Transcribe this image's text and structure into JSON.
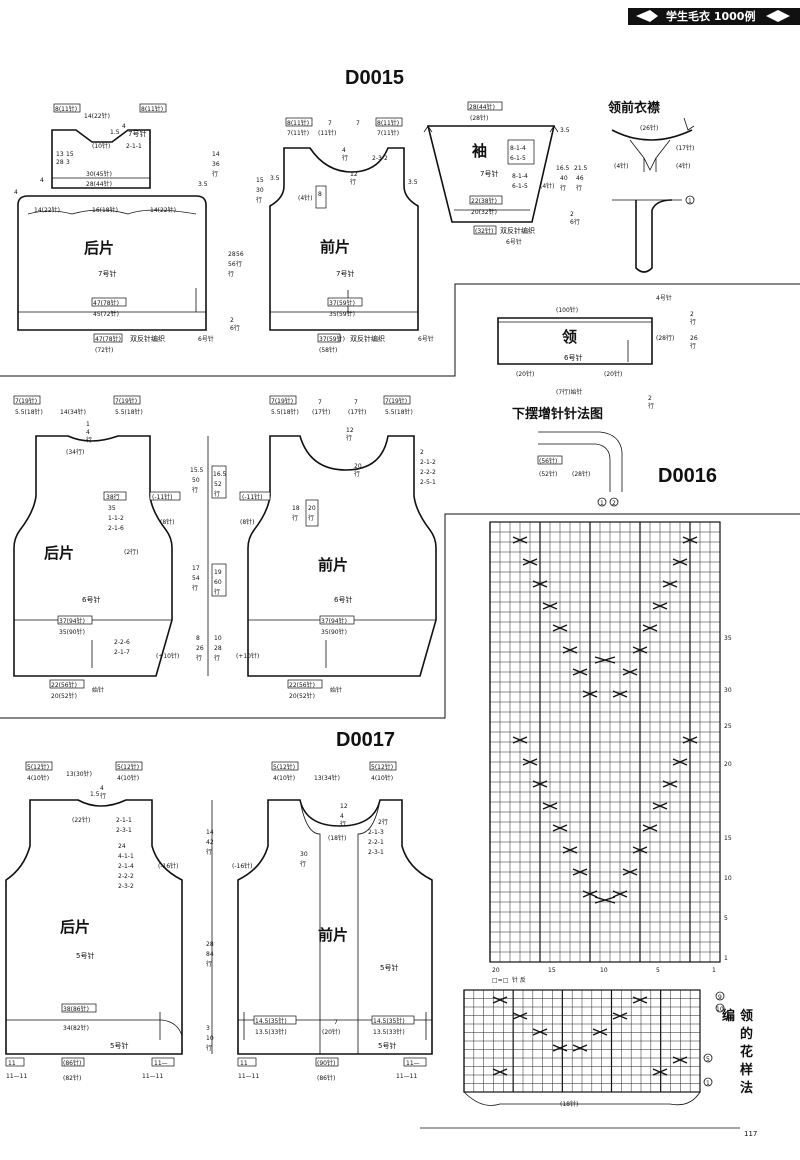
{
  "header": {
    "book_title": "学生毛衣 1000例"
  },
  "page_number": "117",
  "section_codes": {
    "d15": "D0015",
    "d16": "D0016",
    "d17": "D0017"
  },
  "d15": {
    "back": {
      "name": "后片",
      "needle": "7号针",
      "sub_needle": "6号针",
      "top_left": "8(11针)",
      "top_mid": "14(22针)",
      "top_right": "8(11针)",
      "neck": "(10针)",
      "neck_side": "1.5",
      "neck_sd2": "4",
      "neck_rows": "2-1-1",
      "shoulder_left": "14(22针)",
      "shoulder_mid": "16(18针)",
      "shoulder_right": "14(22针)",
      "body_width": "47(78针)",
      "body_width2": "45(72针)",
      "hem_width": "47(78针)",
      "hem_width2": "(72针)",
      "hem_label": "双反针编织",
      "yoke_w1": "30(45针)",
      "yoke_w2": "28(44针)",
      "side_h1": "15",
      "side_h2": "3",
      "left_h1": "13",
      "left_h2": "28",
      "left_h3": "56",
      "left_h4": "行",
      "yoke_arrow_h": "7号针",
      "right_h": "3.5",
      "armhole": "4",
      "left_side": "4",
      "height_tot1": "14",
      "height_tot2": "36",
      "height_tot3": "行",
      "height_body1": "28",
      "height_body2": "56",
      "height_body3": "行",
      "hem_h1": "2",
      "hem_h2": "6行"
    },
    "front": {
      "name": "前片",
      "needle": "7号针",
      "sub_needle": "6号针",
      "top_left": "8(11针)",
      "top_l2": "7(11针)",
      "top_mid": "7",
      "top_mid2": "(11针)",
      "top_mid3": "7",
      "top_right": "8(11针)",
      "top_r2": "7(11针)",
      "neck_rows": "4",
      "neck_r2": "行",
      "neck_r3": "12",
      "neck_r4": "行",
      "neck_dec": "2-3-2",
      "body_w1": "37(59针)",
      "body_w2": "35(59针)",
      "hem_w1": "37(59针)",
      "hem_w2": "(58针)",
      "hem_label": "双反针编织",
      "left_h1": "15",
      "left_h2": "30",
      "left_h3": "行",
      "side1": "3.5",
      "side2": "3.5",
      "rib_label": "(4针)",
      "rib_h": "8"
    },
    "sleeve": {
      "name": "袖",
      "needle": "7号针",
      "sub_needle": "6号针",
      "top": "28(44针)",
      "top_w": "(28针)",
      "cuff": "22(38针)",
      "cuff2": "20(32针)",
      "cuff_w": "(32针)",
      "cuff_label": "双反针编织",
      "dec1": "8-1-4",
      "dec2": "6-1-5",
      "side_h": "3.5",
      "body_h1": "16.5",
      "body_h2": "40",
      "body_h3": "行",
      "body_h4": "21.5",
      "body_h5": "46",
      "body_h6": "行",
      "rib_h": "2",
      "rib_h2": "6行",
      "ease": "(4针)",
      "ease2": "6号针"
    },
    "collar_detail": {
      "title": "领前衣襟",
      "top": "(26针)",
      "lr": "(4针)",
      "lr2": "(4针)",
      "mid": "(17针)",
      "num": "1"
    },
    "collar": {
      "name": "领",
      "needle": "6号针",
      "top": "(100针)",
      "top2": "4号针",
      "side": "2",
      "side_r": "行",
      "side2": "(28行)",
      "bottom1": "(20针)",
      "bottom2": "(20针)",
      "bottom_all": "(7行)始针",
      "h1": "2",
      "h2": "行",
      "h3": "26",
      "h4": "行",
      "low_h": "2",
      "low_h2": "行"
    },
    "hem_inc": {
      "title": "下摆增针针法图",
      "c1": "(56针)",
      "c2": "(52针)",
      "c3": "(28针)",
      "n1": "1",
      "n2": "2"
    }
  },
  "d16": {
    "back": {
      "name": "后片",
      "needle": "6号针",
      "top_left": "7(19针)",
      "top_l2": "5.5(18针)",
      "top_mid": "14(34针)",
      "top_right": "7(19针)",
      "top_r2": "5.5(18针)",
      "neck": "(34行)",
      "neck_r1": "1",
      "neck_r2": "4",
      "neck_r3": "行",
      "dec_box": "38行",
      "dec1": "35",
      "dec2": "1-1-2",
      "dec3": "2-1-6",
      "dec_arm": "(-11针)",
      "arm2": "(8针)",
      "side_rows": "(2行)",
      "body_w1": "37(94针)",
      "body_w2": "35(90针)",
      "inc1": "2-2-6",
      "inc2": "2-1-7",
      "inc_box": "(+10针)",
      "hem1": "22(56针)",
      "hem2": "20(52针)",
      "hem_sfx": "始针"
    },
    "front": {
      "name": "前片",
      "needle": "6号针",
      "top_left": "7(19针)",
      "top_l2": "5.5(18针)",
      "top_mid": "7",
      "top_mid2": "(17针)",
      "top_mid3": "7",
      "top_mid4": "(17针)",
      "top_right": "7(19针)",
      "top_r2": "5.5(18针)",
      "neck_r1": "12",
      "neck_r2": "行",
      "neck_r3": "20",
      "neck_r4": "行",
      "neck_dec1": "2",
      "neck_dec2": "2-1-2",
      "neck_dec3": "2-2-2",
      "neck_dec4": "2-5-1",
      "arm_box": "(-11针)",
      "arm2": "(8针)",
      "mid_r1": "18",
      "mid_r2": "行",
      "mid_r3": "20",
      "mid_r4": "行",
      "body_w1": "37(94针)",
      "body_w2": "35(90针)",
      "inc_box": "(+10针)",
      "hem1": "22(56针)",
      "hem2": "20(52针)",
      "hem_sfx": "始针",
      "h1": "15.5",
      "h2": "50",
      "h3": "行",
      "h4": "16.5",
      "h5": "52",
      "h6": "行",
      "h7": "17",
      "h8": "54",
      "h9": "行",
      "h10": "19",
      "h11": "60",
      "h12": "行",
      "h13": "8",
      "h14": "26",
      "h15": "行",
      "h16": "10",
      "h17": "28",
      "h18": "行"
    }
  },
  "d17": {
    "back": {
      "name": "后片",
      "needle": "5号针",
      "sub_needle": "5号针",
      "top_left": "5(12针)",
      "top_l2": "4(10针)",
      "top_mid": "13(30针)",
      "top_right": "5(12针)",
      "top_r2": "4(10针)",
      "neck": "(22针)",
      "neck_r1": "1.5",
      "neck_r2": "4",
      "neck_r3": "行",
      "neck_dec1": "2-1-1",
      "neck_dec2": "2-3-1",
      "arm_dec1": "24",
      "arm_dec2": "4-1-1",
      "arm_dec3": "2-1-4",
      "arm_dec4": "2-2-2",
      "arm_dec5": "2-3-2",
      "arm_box": "(-16针)",
      "body_w1": "38(86针)",
      "body_w2": "34(82针)",
      "hem_l1": "11",
      "hem_l2": "11—11",
      "hem_c": "(86针)",
      "hem_c2": "(82针)",
      "hem_r1": "11—",
      "hem_r2": "11—11"
    },
    "front": {
      "name": "前片",
      "needle": "5号针",
      "sub_needle": "5号针",
      "top_left": "5(12针)",
      "top_l2": "4(10针)",
      "top_mid": "13(34针)",
      "top_right": "5(12针)",
      "top_r2": "4(10针)",
      "neck": "(18针)",
      "neck_r1": "12",
      "neck_r2": "4",
      "neck_r3": "行",
      "neck_dec0": "2行",
      "neck_dec1": "2-1-3",
      "neck_dec2": "2-2-1",
      "neck_dec3": "2-3-1",
      "arm_box": "(-16针)",
      "mid_r1": "30",
      "mid_r2": "行",
      "band_w1": "14.5(35针)",
      "band_w2": "13.5(33针)",
      "band_w3": "14.5(35针)",
      "band_w4": "13.5(33针)",
      "mid_w": "7",
      "mid_w2": "(20针)",
      "hem_l1": "11",
      "hem_l2": "11—11",
      "hem_c": "(90针)",
      "hem_c2": "(86针)",
      "hem_r1": "11—",
      "hem_r2": "11—11",
      "h1": "14",
      "h2": "42",
      "h3": "行",
      "h4": "28",
      "h5": "84",
      "h6": "行",
      "h7": "3",
      "h8": "10",
      "h9": "行"
    }
  },
  "chart": {
    "legend": "□=□",
    "legend2": "针  反",
    "bottom1": "20",
    "bottom2": "15",
    "bottom3": "10",
    "bottom4": "5",
    "bottom5": "1",
    "r1": "35",
    "r2": "30",
    "r3": "25",
    "r4": "20",
    "r5": "15",
    "r6": "10",
    "r7": "5",
    "r8": "1"
  },
  "collar_chart": {
    "title": "领的花样编法",
    "width": "(18针)",
    "m1": "9",
    "m2": "10",
    "m3": "5",
    "m4": "1"
  }
}
